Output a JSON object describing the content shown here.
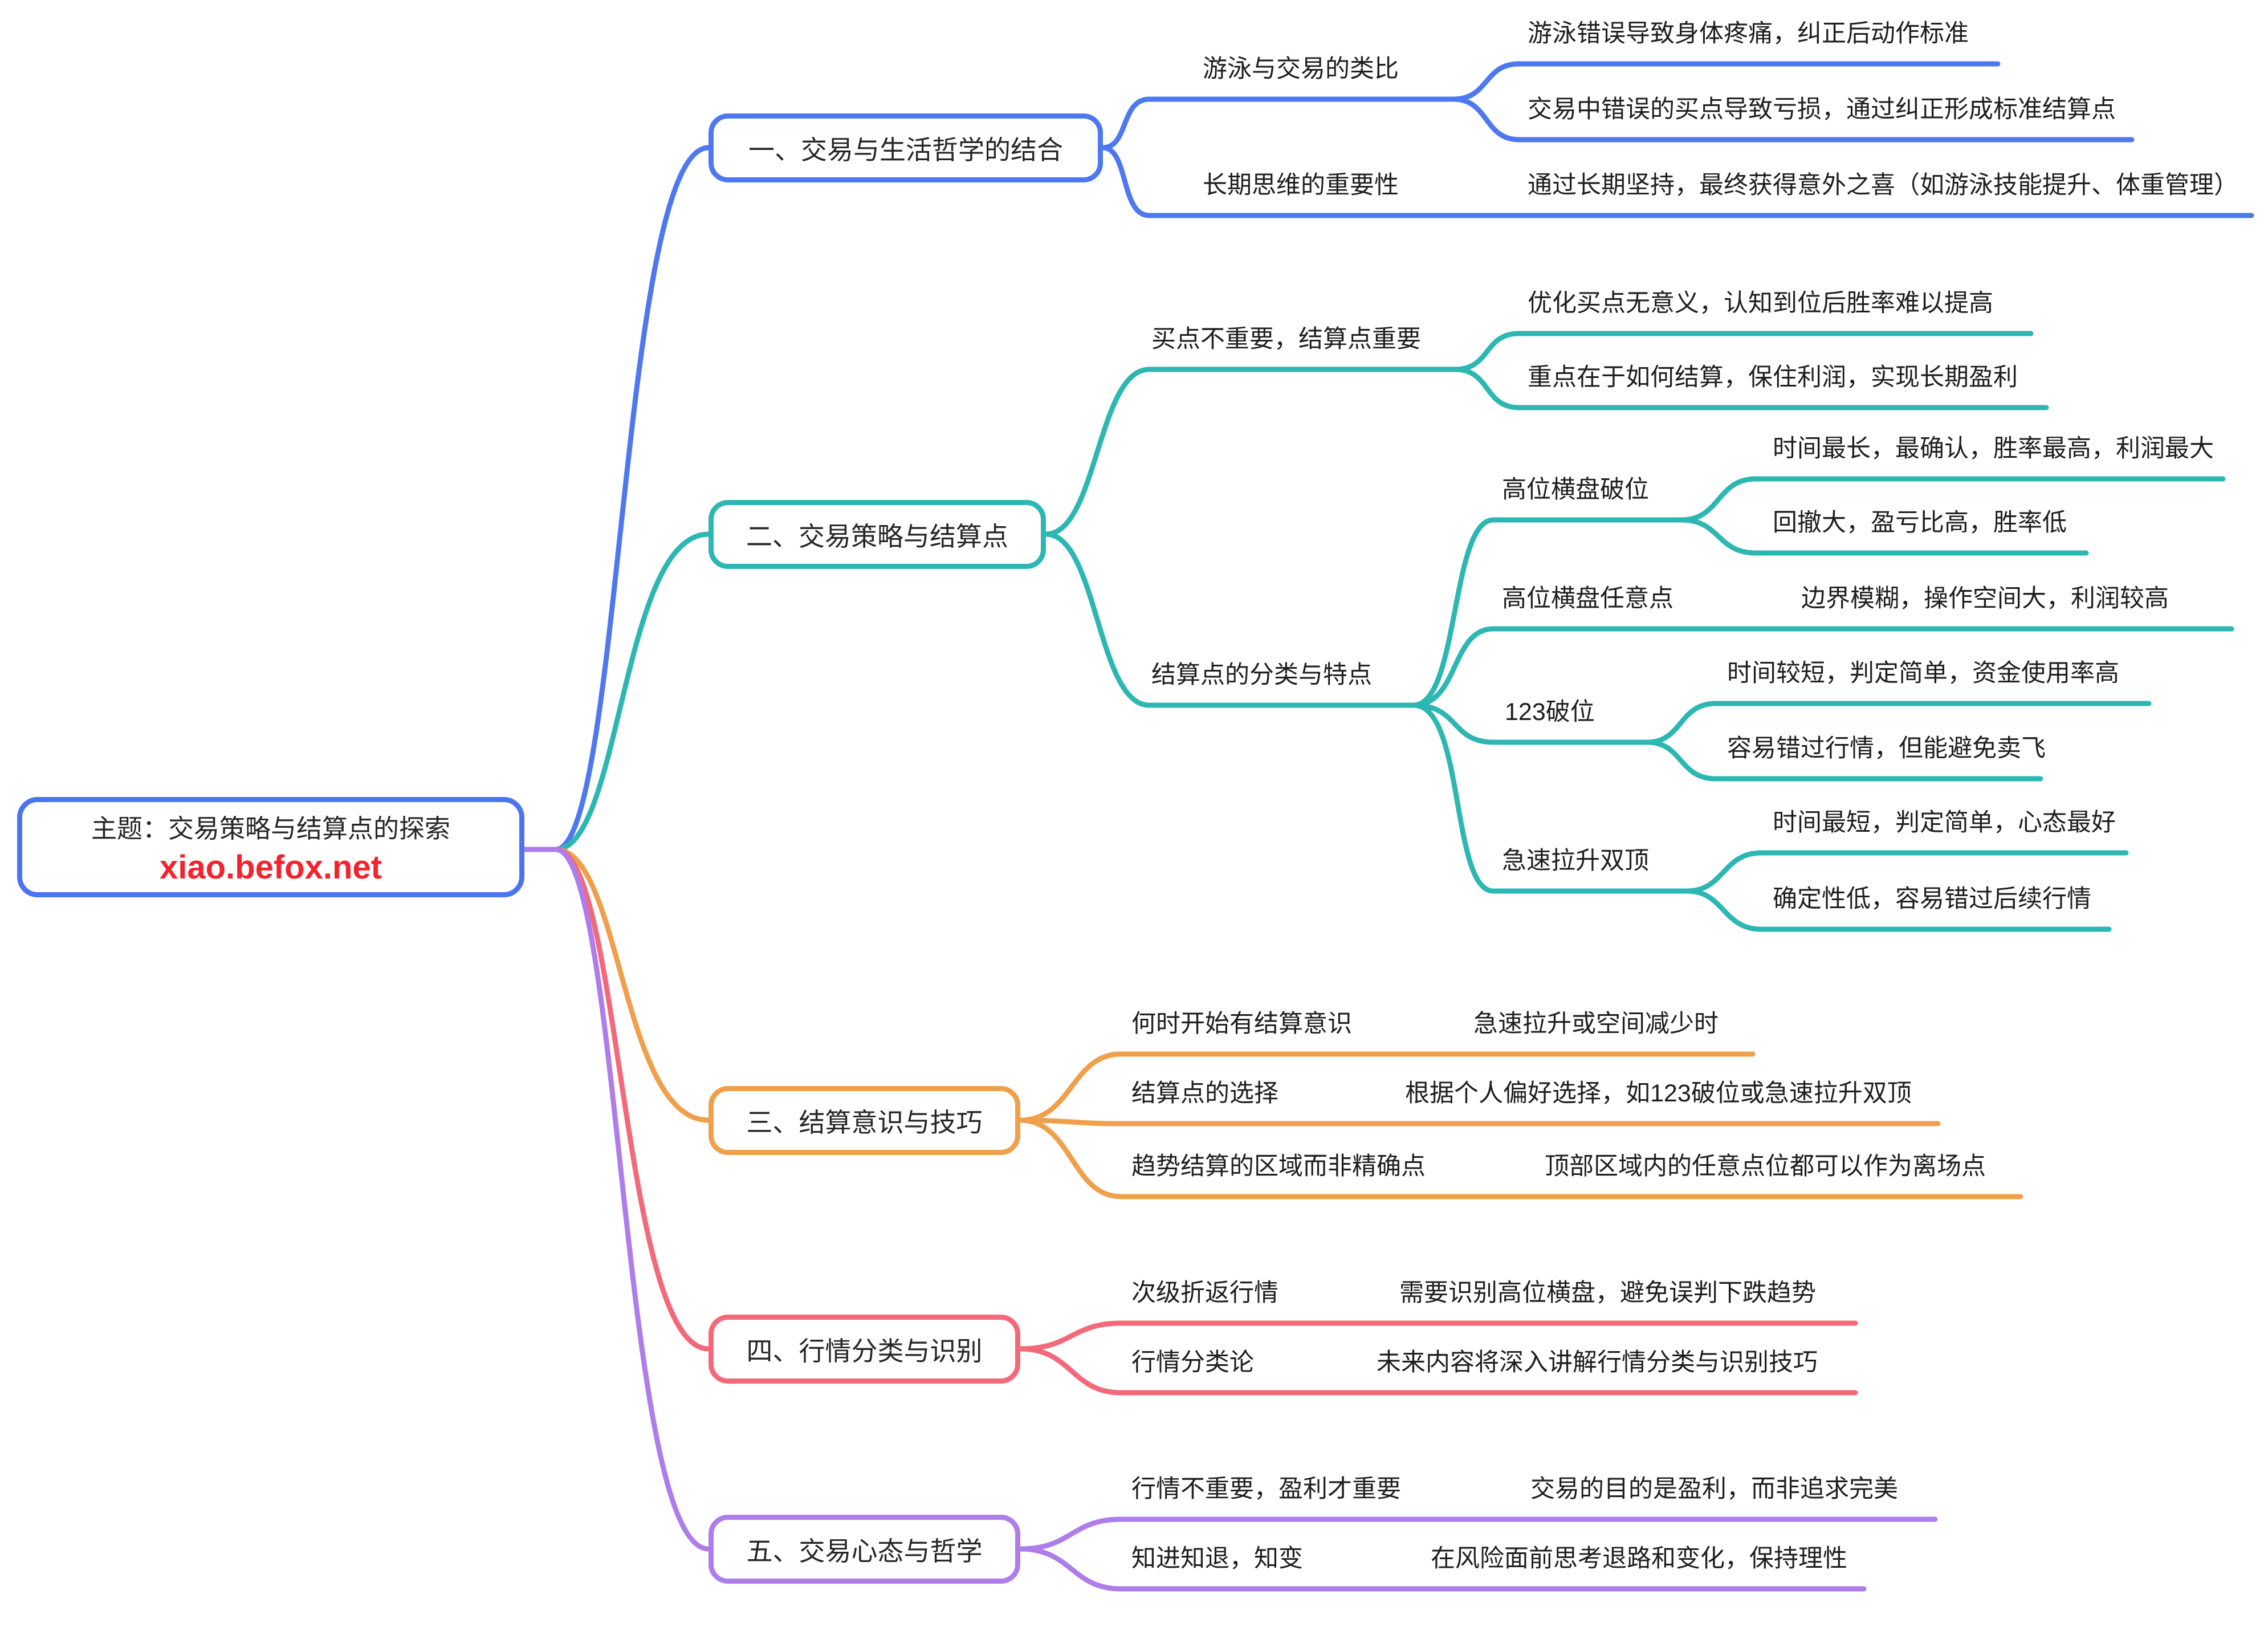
{
  "root": {
    "title": "主题：交易策略与结算点的探索",
    "subtitle": "xiao.befox.net"
  },
  "palette": {
    "branch1": "#4d78f0",
    "branch2": "#2cb7b3",
    "branch3": "#f0a04a",
    "branch4": "#f4697a",
    "branch5": "#ae7dea",
    "root_border": "#4d74f0",
    "subtitle_red": "#f5222d",
    "text": "#1e1e1e"
  },
  "branches": [
    {
      "label": "一、交易与生活哲学的结合",
      "color": "#4d78f0",
      "children": [
        {
          "label": "游泳与交易的类比",
          "children": [
            {
              "text": "游泳错误导致身体疼痛，纠正后动作标准"
            },
            {
              "text": "交易中错误的买点导致亏损，通过纠正形成标准结算点"
            }
          ]
        },
        {
          "label": "长期思维的重要性",
          "children": [
            {
              "text": "通过长期坚持，最终获得意外之喜（如游泳技能提升、体重管理）"
            }
          ]
        }
      ]
    },
    {
      "label": "二、交易策略与结算点",
      "color": "#2cb7b3",
      "children": [
        {
          "label": "买点不重要，结算点重要",
          "children": [
            {
              "text": "优化买点无意义，认知到位后胜率难以提高"
            },
            {
              "text": "重点在于如何结算，保住利润，实现长期盈利"
            }
          ]
        },
        {
          "label": "结算点的分类与特点",
          "children": [
            {
              "label": "高位横盘破位",
              "children": [
                {
                  "text": "时间最长，最确认，胜率最高，利润最大"
                },
                {
                  "text": "回撤大，盈亏比高，胜率低"
                }
              ]
            },
            {
              "label": "高位横盘任意点",
              "children": [
                {
                  "text": "边界模糊，操作空间大，利润较高"
                }
              ]
            },
            {
              "label": "123破位",
              "children": [
                {
                  "text": "时间较短，判定简单，资金使用率高"
                },
                {
                  "text": "容易错过行情，但能避免卖飞"
                }
              ]
            },
            {
              "label": "急速拉升双顶",
              "children": [
                {
                  "text": "时间最短，判定简单，心态最好"
                },
                {
                  "text": "确定性低，容易错过后续行情"
                }
              ]
            }
          ]
        }
      ]
    },
    {
      "label": "三、结算意识与技巧",
      "color": "#f0a04a",
      "children": [
        {
          "label": "何时开始有结算意识",
          "children": [
            {
              "text": "急速拉升或空间减少时"
            }
          ]
        },
        {
          "label": "结算点的选择",
          "children": [
            {
              "text": "根据个人偏好选择，如123破位或急速拉升双顶"
            }
          ]
        },
        {
          "label": "趋势结算的区域而非精确点",
          "children": [
            {
              "text": "顶部区域内的任意点位都可以作为离场点"
            }
          ]
        }
      ]
    },
    {
      "label": "四、行情分类与识别",
      "color": "#f4697a",
      "children": [
        {
          "label": "次级折返行情",
          "children": [
            {
              "text": "需要识别高位横盘，避免误判下跌趋势"
            }
          ]
        },
        {
          "label": "行情分类论",
          "children": [
            {
              "text": "未来内容将深入讲解行情分类与识别技巧"
            }
          ]
        }
      ]
    },
    {
      "label": "五、交易心态与哲学",
      "color": "#ae7dea",
      "children": [
        {
          "label": "行情不重要，盈利才重要",
          "children": [
            {
              "text": "交易的目的是盈利，而非追求完美"
            }
          ]
        },
        {
          "label": "知进知退，知变",
          "children": [
            {
              "text": "在风险面前思考退路和变化，保持理性"
            }
          ]
        }
      ]
    }
  ]
}
